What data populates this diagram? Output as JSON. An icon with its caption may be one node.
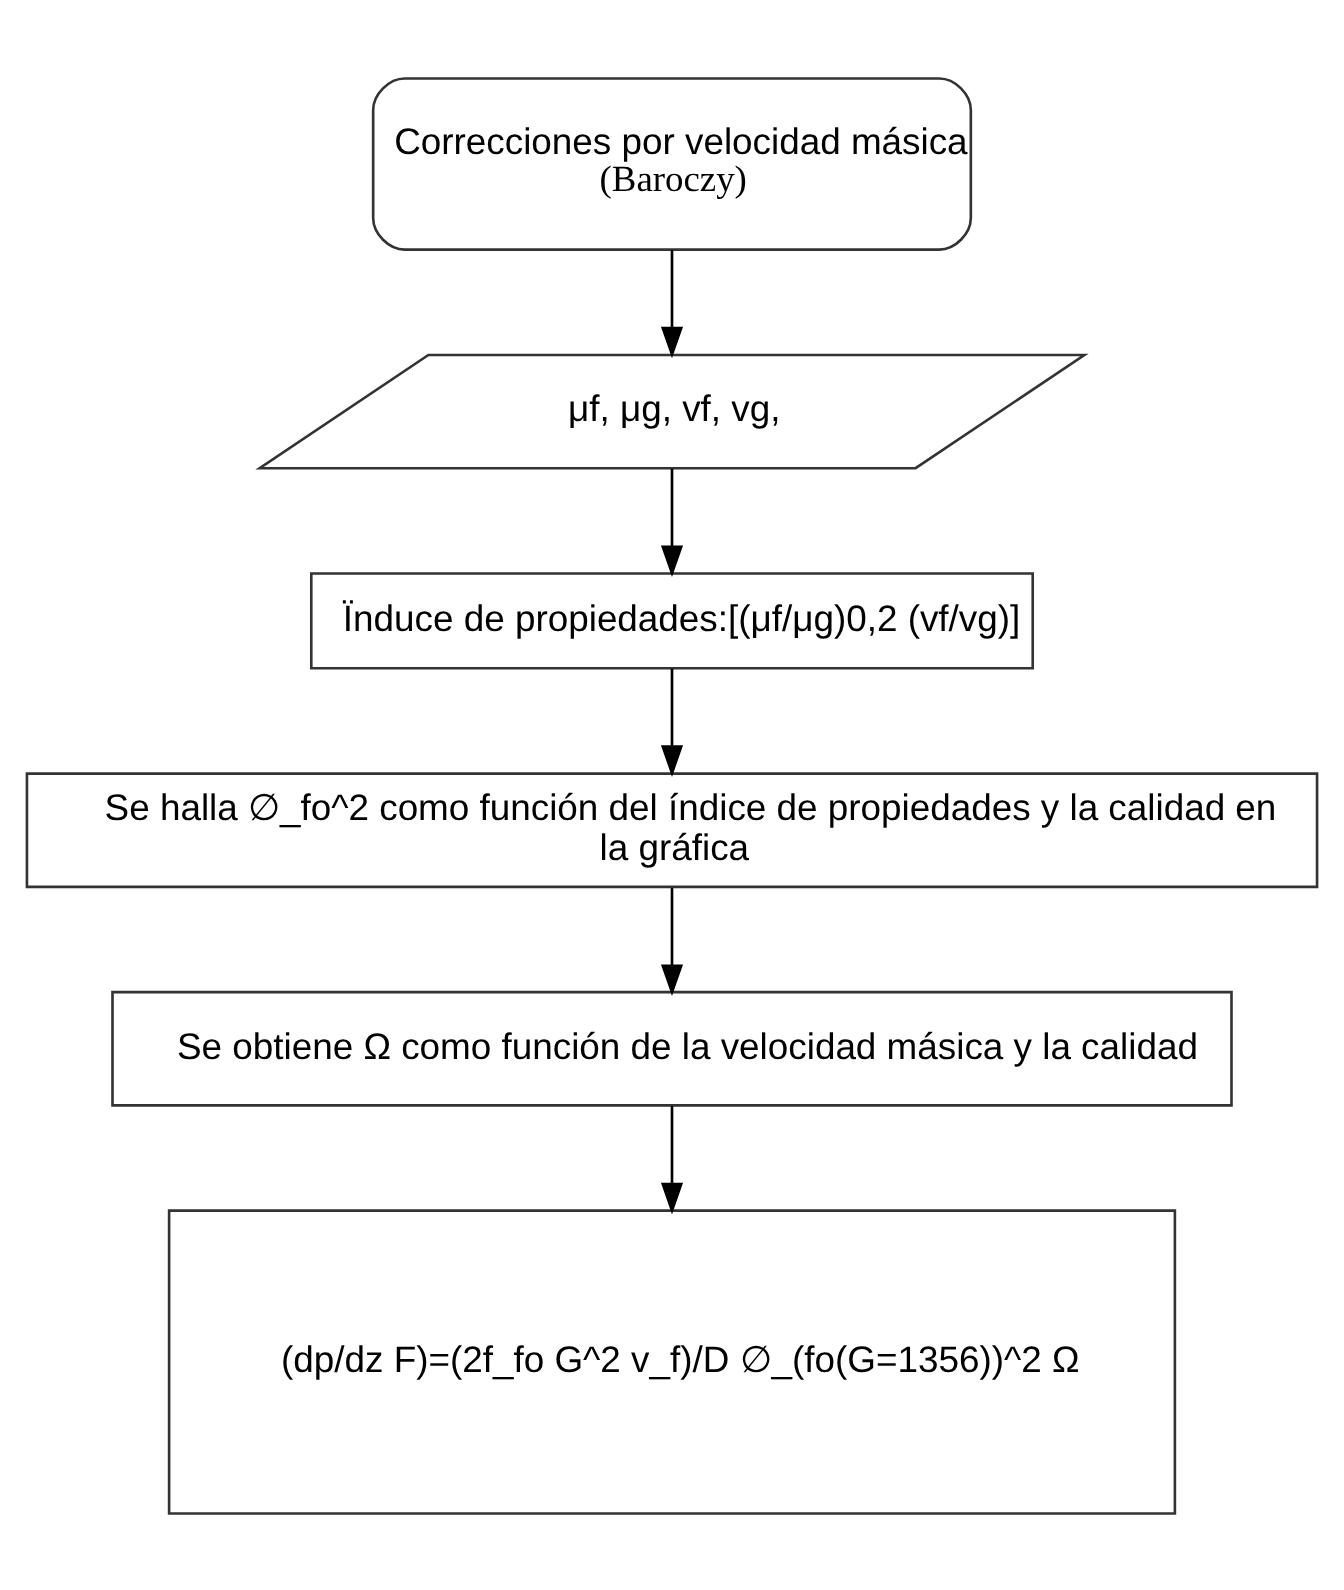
{
  "diagram": {
    "nodes": [
      {
        "text": [
          "Correcciones por velocidad másica",
          "(Baroczy)"
        ]
      },
      {
        "text": [
          "μf, μg, vf, vg,"
        ]
      },
      {
        "text": [
          "Ïnduce de propiedades:[(μf/μg)0,2 (vf/vg)]"
        ]
      },
      {
        "text": [
          "Se halla ∅_fo^2 como función del índice de propiedades y la calidad en la gráfica"
        ]
      },
      {
        "text": [
          "Se obtiene Ω como función de la velocidad másica y la calidad"
        ]
      },
      {
        "text": [
          "(dp/dz F)=(2f_fo G^2 v_f)/D ∅_(fo(G=1356))^2 Ω"
        ]
      }
    ],
    "edges": [
      {
        "from": 0,
        "to": 1,
        "arrow": "to"
      },
      {
        "from": 1,
        "to": 2,
        "arrow": "to"
      },
      {
        "from": 2,
        "to": 3,
        "arrow": "to"
      },
      {
        "from": 3,
        "to": 4,
        "arrow": "to"
      },
      {
        "from": 4,
        "to": 5,
        "arrow": "to"
      }
    ]
  }
}
